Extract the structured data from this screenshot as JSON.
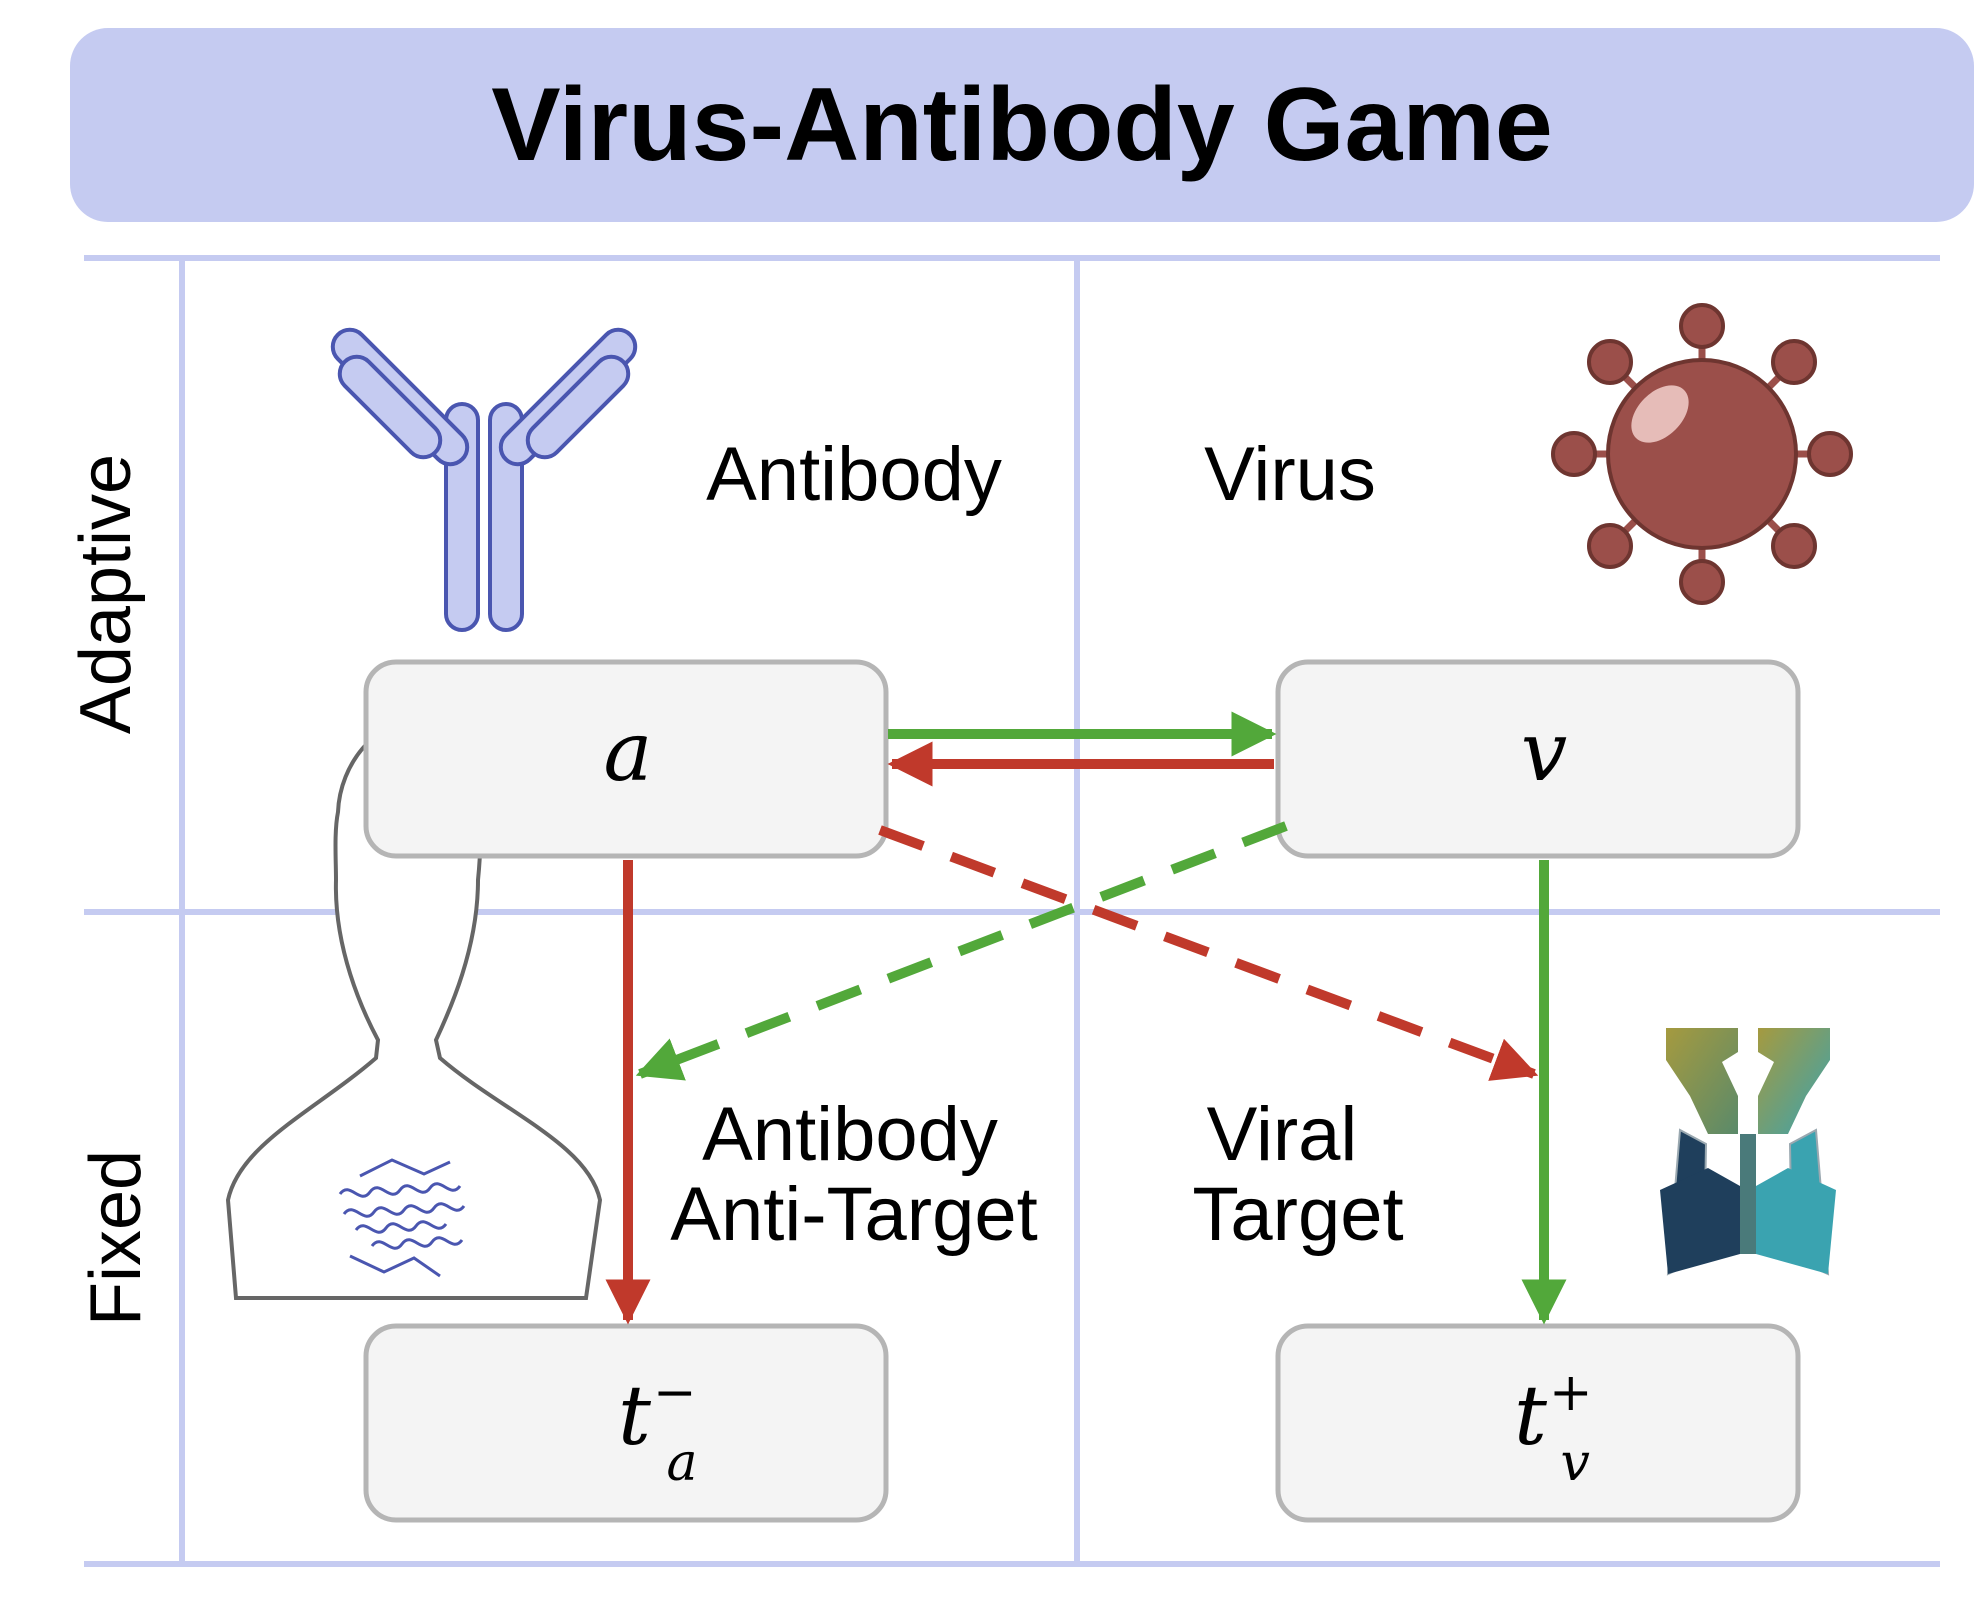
{
  "title": "Virus-Antibody Game",
  "row_labels": {
    "adaptive": "Adaptive",
    "fixed": "Fixed"
  },
  "labels": {
    "antibody": "Antibody",
    "virus": "Virus",
    "anti_target_line1": "Antibody",
    "anti_target_line2": "Anti-Target",
    "viral_target_line1": "Viral",
    "viral_target_line2": "Target"
  },
  "nodes": {
    "a": "a",
    "v": "v",
    "ta_base": "t",
    "ta_sub": "a",
    "ta_sup": "−",
    "tv_base": "t",
    "tv_sub": "v",
    "tv_sup": "+"
  },
  "colors": {
    "banner": "#c5cbf1",
    "grid": "#c5cbf1",
    "green": "#52a83a",
    "red": "#c0392b",
    "antibody_fill": "#c5cbf1",
    "antibody_stroke": "#4a56b0",
    "virus": "#9b4f4a",
    "node_fill": "#f4f4f4",
    "node_stroke": "#b5b5b5"
  }
}
